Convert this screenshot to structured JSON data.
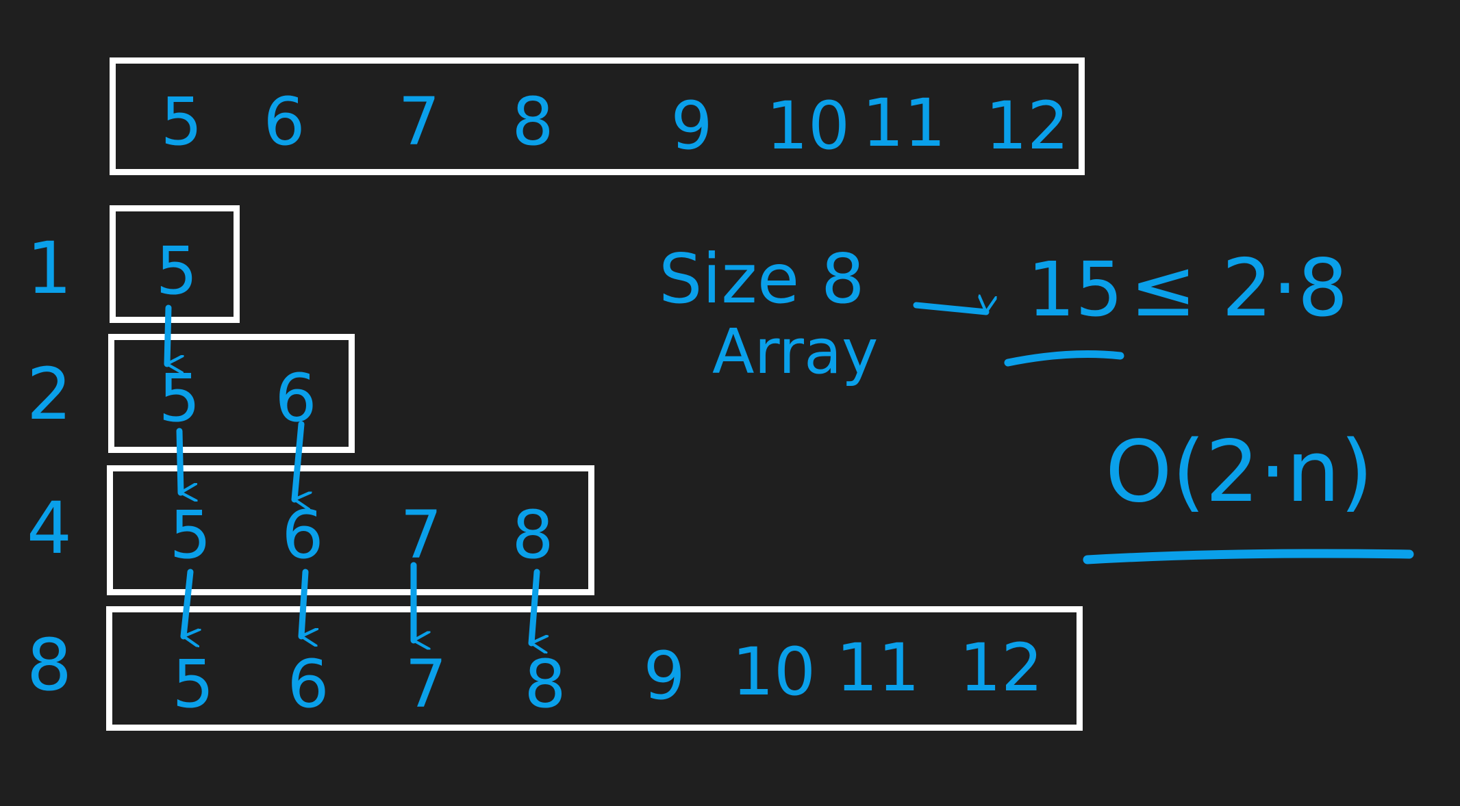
{
  "colors": {
    "background": "#1f1f1f",
    "ink": "#0aa0ea",
    "box": "#ffffff"
  },
  "original_array": [
    "5",
    "6",
    "7",
    "8",
    "9",
    "10",
    "11",
    "12"
  ],
  "rows": [
    {
      "label": "1",
      "values": [
        "5"
      ]
    },
    {
      "label": "2",
      "values": [
        "5",
        "6"
      ]
    },
    {
      "label": "4",
      "values": [
        "5",
        "6",
        "7",
        "8"
      ]
    },
    {
      "label": "8",
      "values": [
        "5",
        "6",
        "7",
        "8",
        "9",
        "10",
        "11",
        "12"
      ]
    }
  ],
  "notes": {
    "size_line1": "Size 8",
    "size_line2": "Array",
    "total": "15",
    "inequality": "≤ 2·8",
    "complexity": "O(2·n)"
  }
}
